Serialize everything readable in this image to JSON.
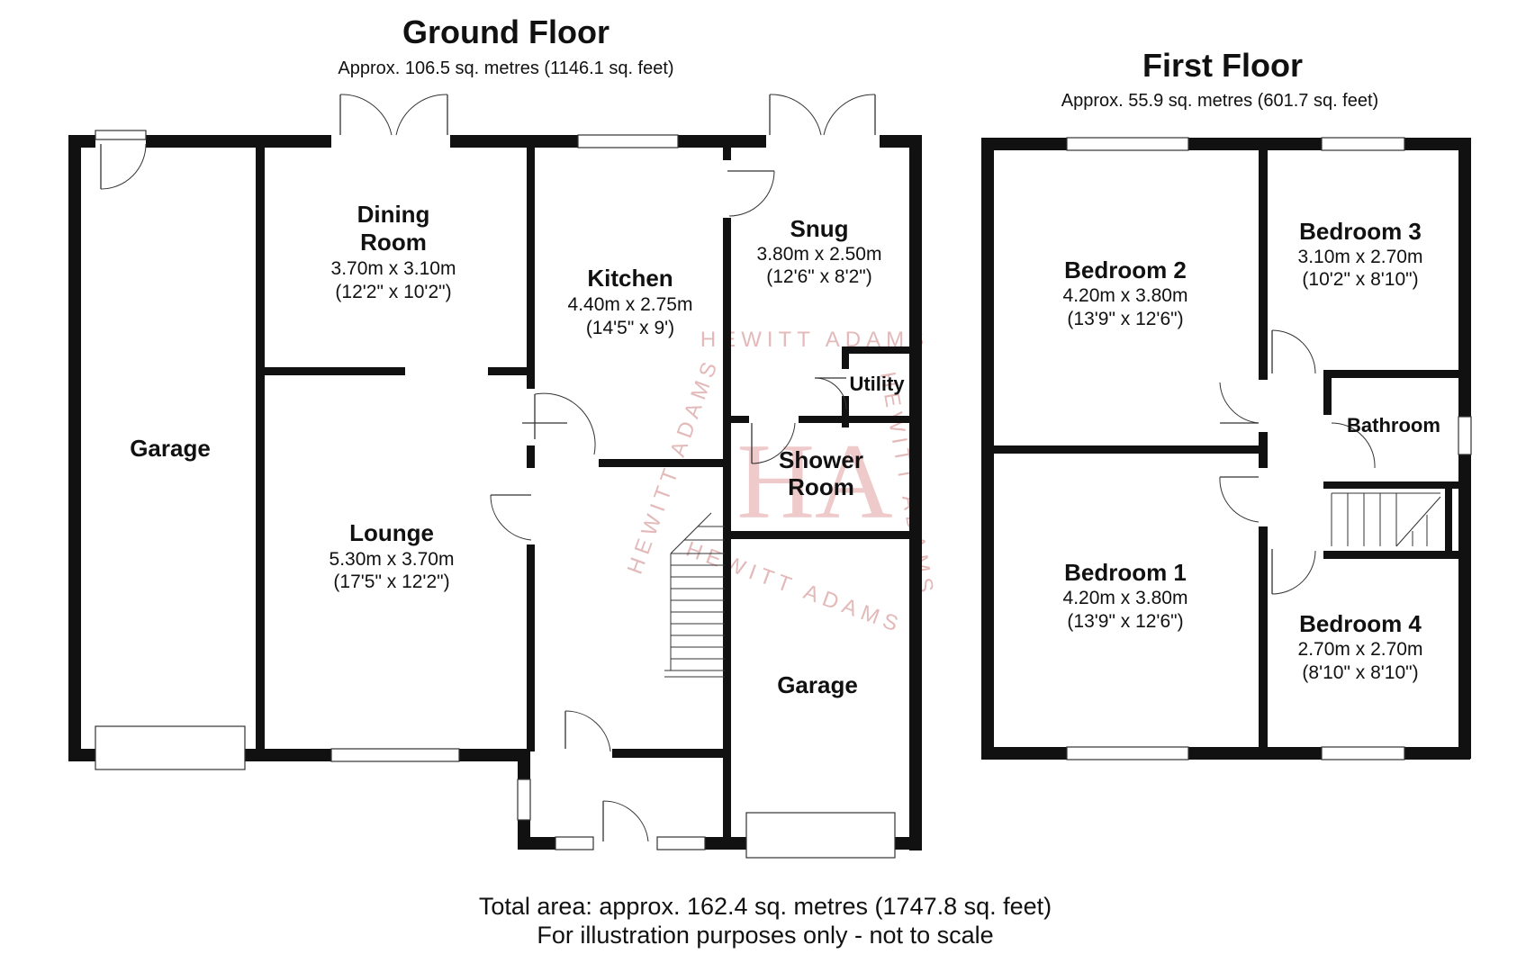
{
  "ground_floor": {
    "title": "Ground Floor",
    "area": "Approx. 106.5 sq. metres (1146.1 sq. feet)",
    "rooms": {
      "garage_left": {
        "name": "Garage"
      },
      "dining": {
        "name_line1": "Dining",
        "name_line2": "Room",
        "dim_metric": "3.70m x 3.10m",
        "dim_imperial": "(12'2\" x 10'2\")"
      },
      "kitchen": {
        "name": "Kitchen",
        "dim_metric": "4.40m x 2.75m",
        "dim_imperial": "(14'5\" x 9')"
      },
      "snug": {
        "name": "Snug",
        "dim_metric": "3.80m x 2.50m",
        "dim_imperial": "(12'6\" x 8'2\")"
      },
      "utility": {
        "name": "Utility"
      },
      "shower": {
        "name_line1": "Shower",
        "name_line2": "Room"
      },
      "lounge": {
        "name": "Lounge",
        "dim_metric": "5.30m x 3.70m",
        "dim_imperial": "(17'5\" x 12'2\")"
      },
      "garage_right": {
        "name": "Garage"
      }
    }
  },
  "first_floor": {
    "title": "First Floor",
    "area": "Approx. 55.9 sq. metres (601.7 sq. feet)",
    "rooms": {
      "bedroom2": {
        "name": "Bedroom 2",
        "dim_metric": "4.20m x 3.80m",
        "dim_imperial": "(13'9\" x 12'6\")"
      },
      "bedroom3": {
        "name": "Bedroom 3",
        "dim_metric": "3.10m x 2.70m",
        "dim_imperial": "(10'2\" x 8'10\")"
      },
      "bathroom": {
        "name": "Bathroom"
      },
      "bedroom1": {
        "name": "Bedroom 1",
        "dim_metric": "4.20m x 3.80m",
        "dim_imperial": "(13'9\" x 12'6\")"
      },
      "bedroom4": {
        "name": "Bedroom 4",
        "dim_metric": "2.70m x 2.70m",
        "dim_imperial": "(8'10\" x 8'10\")"
      }
    }
  },
  "footer": {
    "total_area": "Total area: approx. 162.4 sq. metres (1747.8 sq. feet)",
    "disclaimer": "For illustration purposes only - not to scale"
  },
  "watermark": {
    "text": "HEWITT ADAMS",
    "logo": "HA"
  },
  "colors": {
    "wall": "#111111",
    "watermark": "#e3b9b9"
  }
}
